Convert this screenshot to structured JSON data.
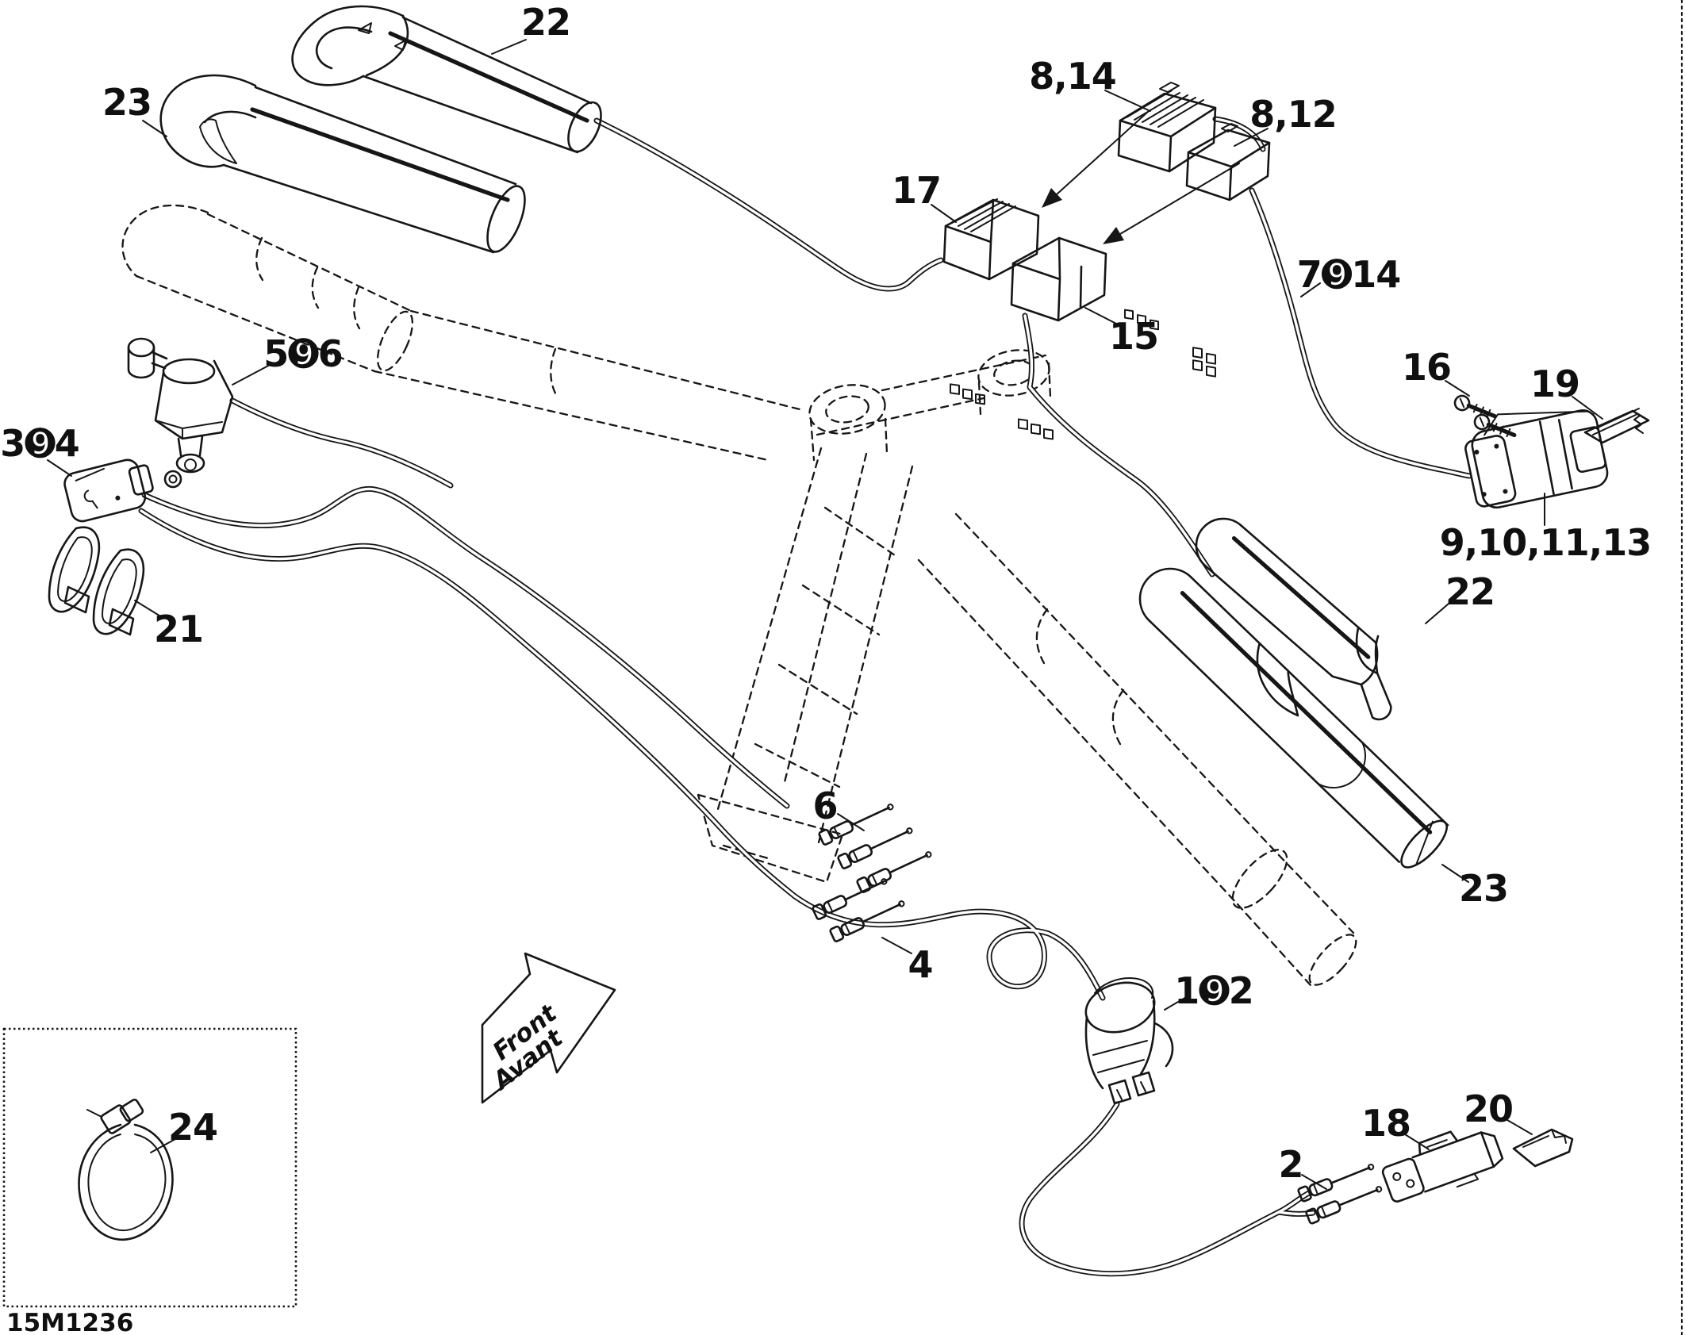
{
  "diagram": {
    "code": "15M1236",
    "front_arrow": {
      "line1": "Front",
      "line2": "Avant"
    },
    "colors": {
      "line": "#161616",
      "background": "#ffffff"
    },
    "callouts": [
      {
        "id": "grip-heater-top",
        "text": "22"
      },
      {
        "id": "grip-top",
        "text": "23"
      },
      {
        "id": "connector-8-14",
        "text": "8,14"
      },
      {
        "id": "connector-8-12",
        "text": "8,12"
      },
      {
        "id": "connector-17",
        "text": "17"
      },
      {
        "id": "connector-15",
        "text": "15"
      },
      {
        "id": "harness-7-14",
        "text": "7➒14"
      },
      {
        "id": "screws-16",
        "text": "16"
      },
      {
        "id": "lock-19",
        "text": "19"
      },
      {
        "id": "switch-housing",
        "text": "9,10,11,13"
      },
      {
        "id": "grip-heater-right",
        "text": "22"
      },
      {
        "id": "grip-right",
        "text": "23"
      },
      {
        "id": "master-cylinder-5-6",
        "text": "5➒6"
      },
      {
        "id": "connector-3-4",
        "text": "3➒4"
      },
      {
        "id": "clips-21",
        "text": "21"
      },
      {
        "id": "terminals-6",
        "text": "6"
      },
      {
        "id": "terminals-4",
        "text": "4"
      },
      {
        "id": "throttle-1-2",
        "text": "1➒2"
      },
      {
        "id": "terminals-2",
        "text": "2"
      },
      {
        "id": "connector-18",
        "text": "18"
      },
      {
        "id": "lock-20",
        "text": "20"
      },
      {
        "id": "cable-tie-24",
        "text": "24"
      }
    ]
  }
}
